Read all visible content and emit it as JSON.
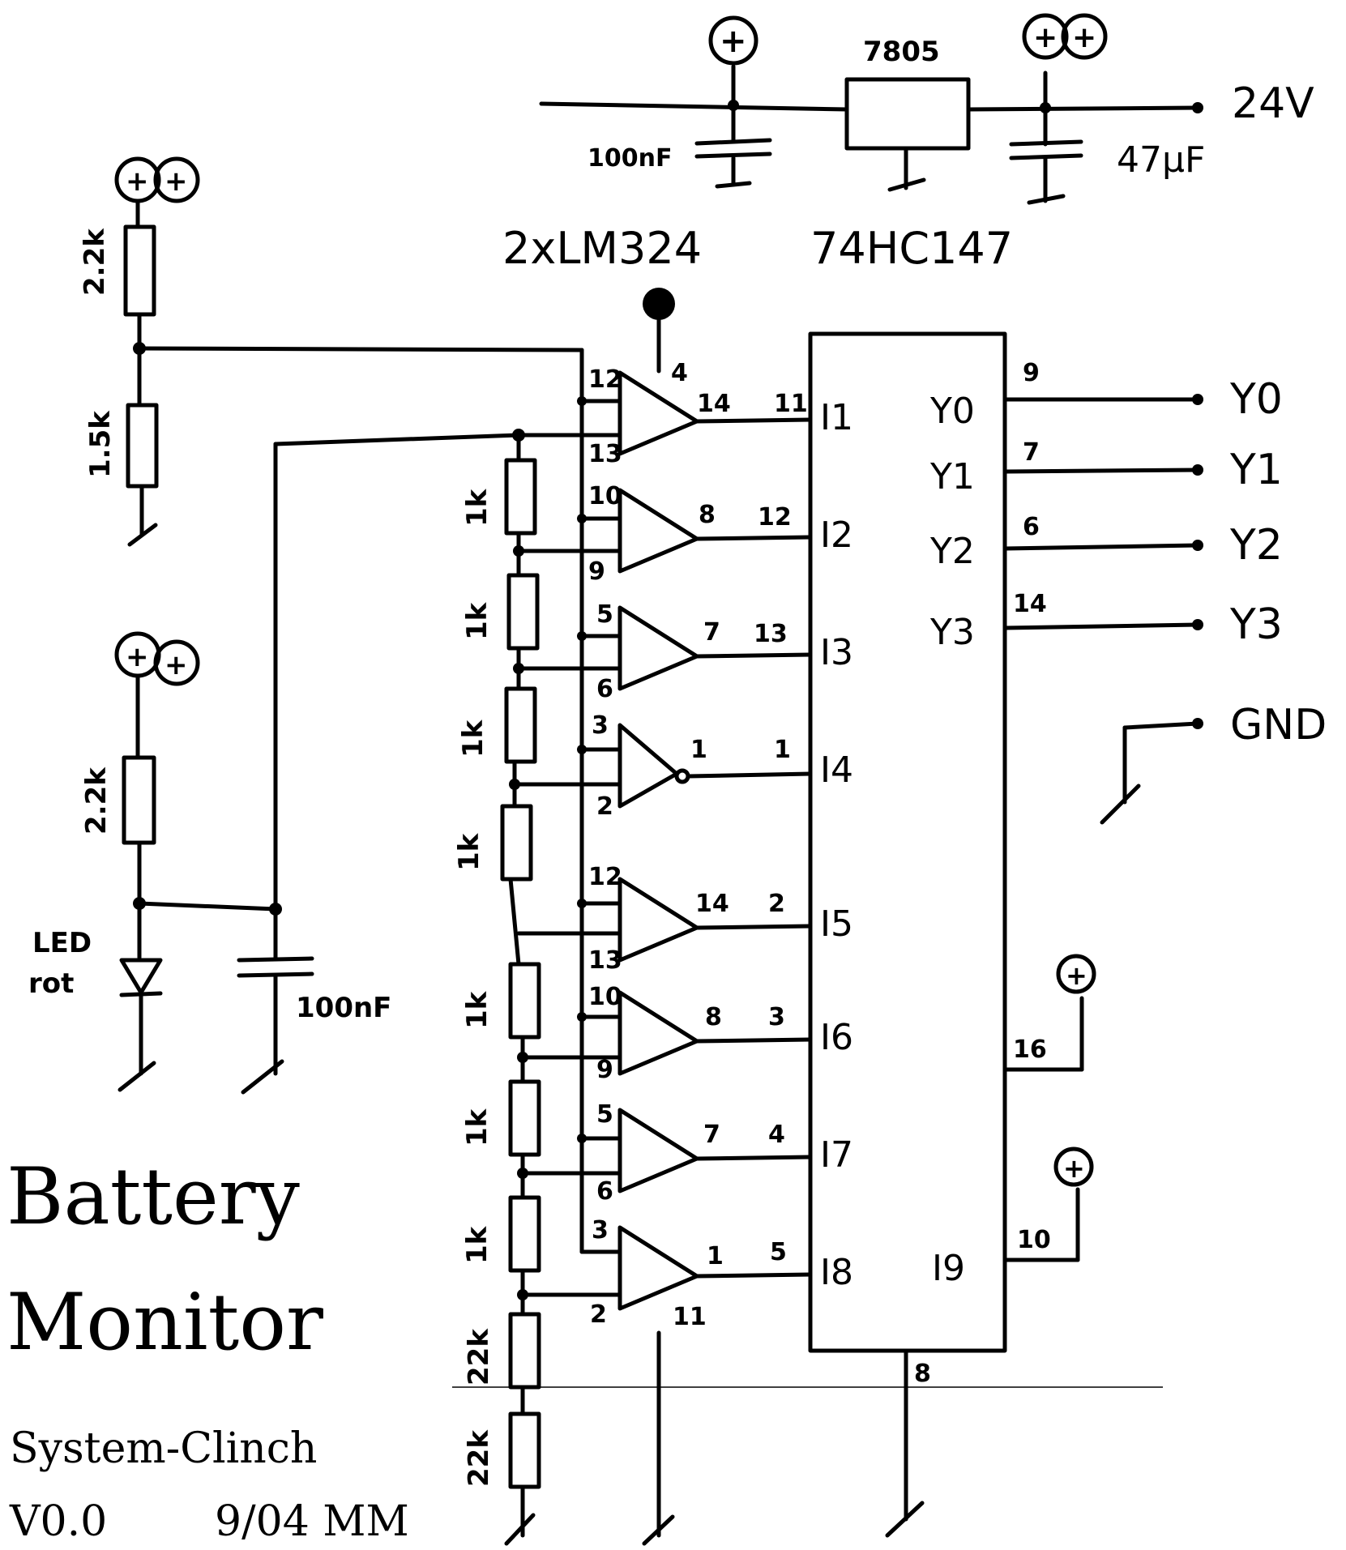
{
  "power": {
    "supply_in": "24V",
    "regulator": "7805",
    "cap_in": "100nF",
    "cap_out": "47µF",
    "plus_symbol": "+"
  },
  "chips": {
    "opamp": "2xLM324",
    "encoder": "74HC147"
  },
  "divider": {
    "r_top": "2.2k",
    "r_bottom": "1.5k"
  },
  "ref": {
    "r_led": "2.2k",
    "led_label_1": "LED",
    "led_label_2": "rot",
    "cap": "100nF"
  },
  "ladder": {
    "resistors": [
      "1k",
      "1k",
      "1k",
      "1k",
      "1k",
      "1k",
      "1k"
    ],
    "r_low1": "22k",
    "r_low2": "22k"
  },
  "opamps": [
    {
      "plus": "12",
      "minus": "13",
      "out": "14",
      "in": "11",
      "label": "I1"
    },
    {
      "plus": "10",
      "minus": "9",
      "out": "8",
      "in": "12",
      "label": "I2"
    },
    {
      "plus": "5",
      "minus": "6",
      "out": "7",
      "in": "13",
      "label": "I3"
    },
    {
      "plus": "3",
      "minus": "2",
      "out": "1",
      "in": "1",
      "label": "I4"
    },
    {
      "plus": "12",
      "minus": "13",
      "out": "14",
      "in": "2",
      "label": "I5"
    },
    {
      "plus": "10",
      "minus": "9",
      "out": "8",
      "in": "3",
      "label": "I6"
    },
    {
      "plus": "5",
      "minus": "6",
      "out": "7",
      "in": "4",
      "label": "I7"
    },
    {
      "plus": "3",
      "minus": "2",
      "out": "1",
      "in": "5",
      "label": "I8"
    }
  ],
  "opamp_pins": {
    "vcc": "4",
    "gnd": "11"
  },
  "encoder": {
    "outputs": [
      {
        "label": "Y0",
        "pin": "9",
        "net": "Y0"
      },
      {
        "label": "Y1",
        "pin": "7",
        "net": "Y1"
      },
      {
        "label": "Y2",
        "pin": "6",
        "net": "Y2"
      },
      {
        "label": "Y3",
        "pin": "14",
        "net": "Y3"
      }
    ],
    "gnd_net": "GND",
    "vcc_pin": "16",
    "i9_label": "I9",
    "i9_pin": "10",
    "gnd_pin": "8"
  },
  "title": {
    "line1": "Battery",
    "line2": "Monitor",
    "project": "System-Clinch",
    "version": "V0.0",
    "date": "9/04 MM"
  }
}
